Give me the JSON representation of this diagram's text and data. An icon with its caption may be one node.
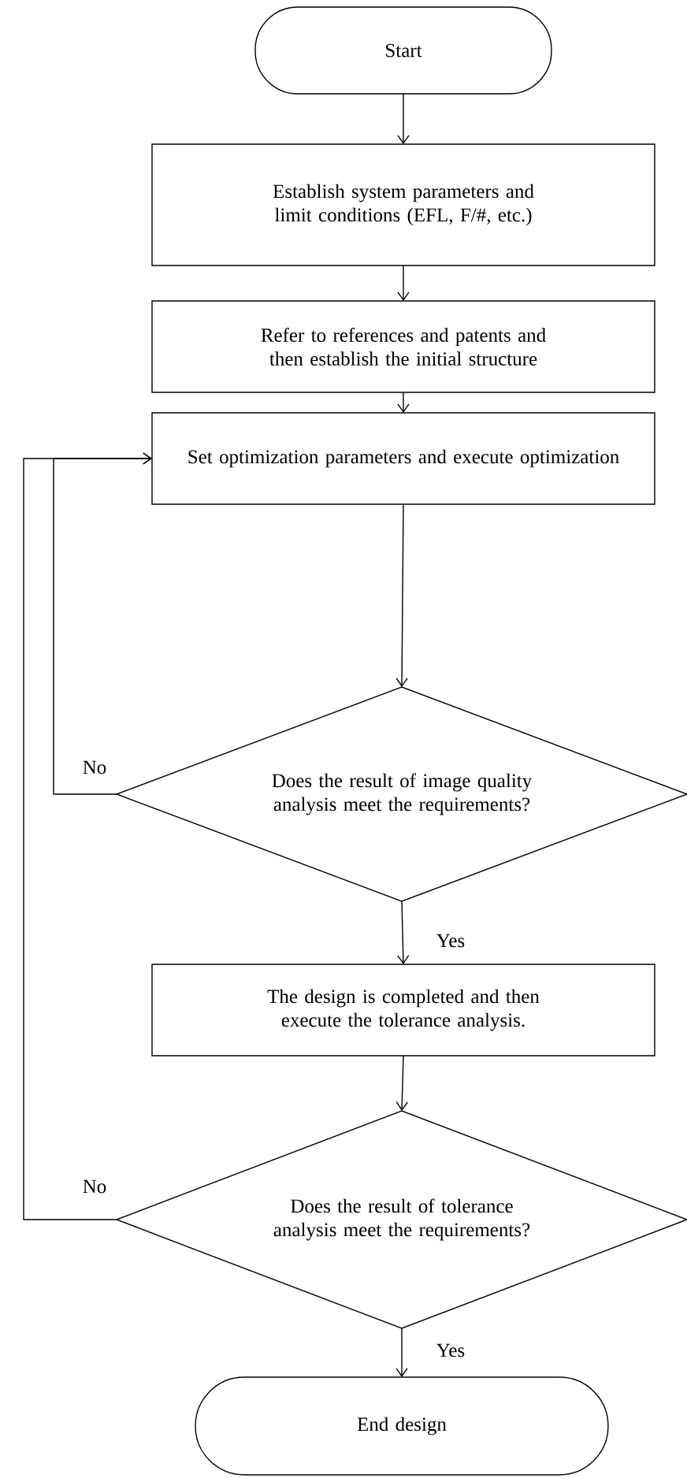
{
  "diagram": {
    "nodes": [
      {
        "text": [
          "Start"
        ]
      },
      {
        "text": [
          "Establish system parameters and limit conditions (EFL, F/#, etc.)"
        ]
      },
      {
        "text": [
          "Refer to references and patents and then establish the initial structure"
        ]
      },
      {
        "text": [
          "Set optimization parameters and execute optimization"
        ]
      },
      {
        "text": [
          "Does the result of image quality analysis meet the requirements?"
        ]
      },
      {
        "text": [
          "The design is completed and then execute the tolerance analysis."
        ]
      },
      {
        "text": [
          "Does the result of tolerance analysis meet the requirements?"
        ]
      },
      {
        "text": [
          "End design"
        ]
      }
    ],
    "edges": [
      {
        "from": 0,
        "to": 1,
        "arrow": "to"
      },
      {
        "from": 1,
        "to": 2,
        "arrow": "to"
      },
      {
        "from": 2,
        "to": 3,
        "arrow": "to"
      },
      {
        "from": 3,
        "to": 4,
        "arrow": "to"
      },
      {
        "from": 4,
        "to": 5,
        "arrow": "to",
        "label": "Yes"
      },
      {
        "from": 4,
        "to": 3,
        "arrow": "to",
        "label": "No"
      },
      {
        "from": 5,
        "to": 6,
        "arrow": "to"
      },
      {
        "from": 6,
        "to": 7,
        "arrow": "to",
        "label": "Yes"
      },
      {
        "from": 6,
        "to": 3,
        "arrow": "to",
        "label": "No"
      }
    ]
  }
}
